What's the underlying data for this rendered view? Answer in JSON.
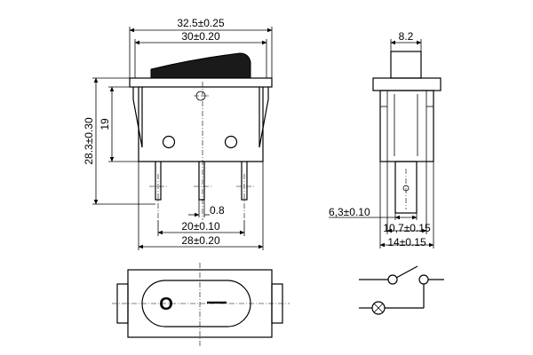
{
  "front_view": {
    "dim_overall_width": "32.5±0.25",
    "dim_body_width": "30±0.20",
    "dim_total_height": "28.3±0.30",
    "dim_body_height": "19",
    "dim_pin_thickness": "0.8",
    "dim_pin_pitch": "20±0.10",
    "dim_base_width": "28±0.20"
  },
  "side_view": {
    "dim_actuator_width": "8.2",
    "dim_pin_width": "6,3±0.10",
    "dim_inner_depth": "10,7±0.15",
    "dim_outer_depth": "14±0.15"
  },
  "top_view": {
    "off_symbol": "O",
    "on_symbol": "—"
  },
  "schematic": {}
}
